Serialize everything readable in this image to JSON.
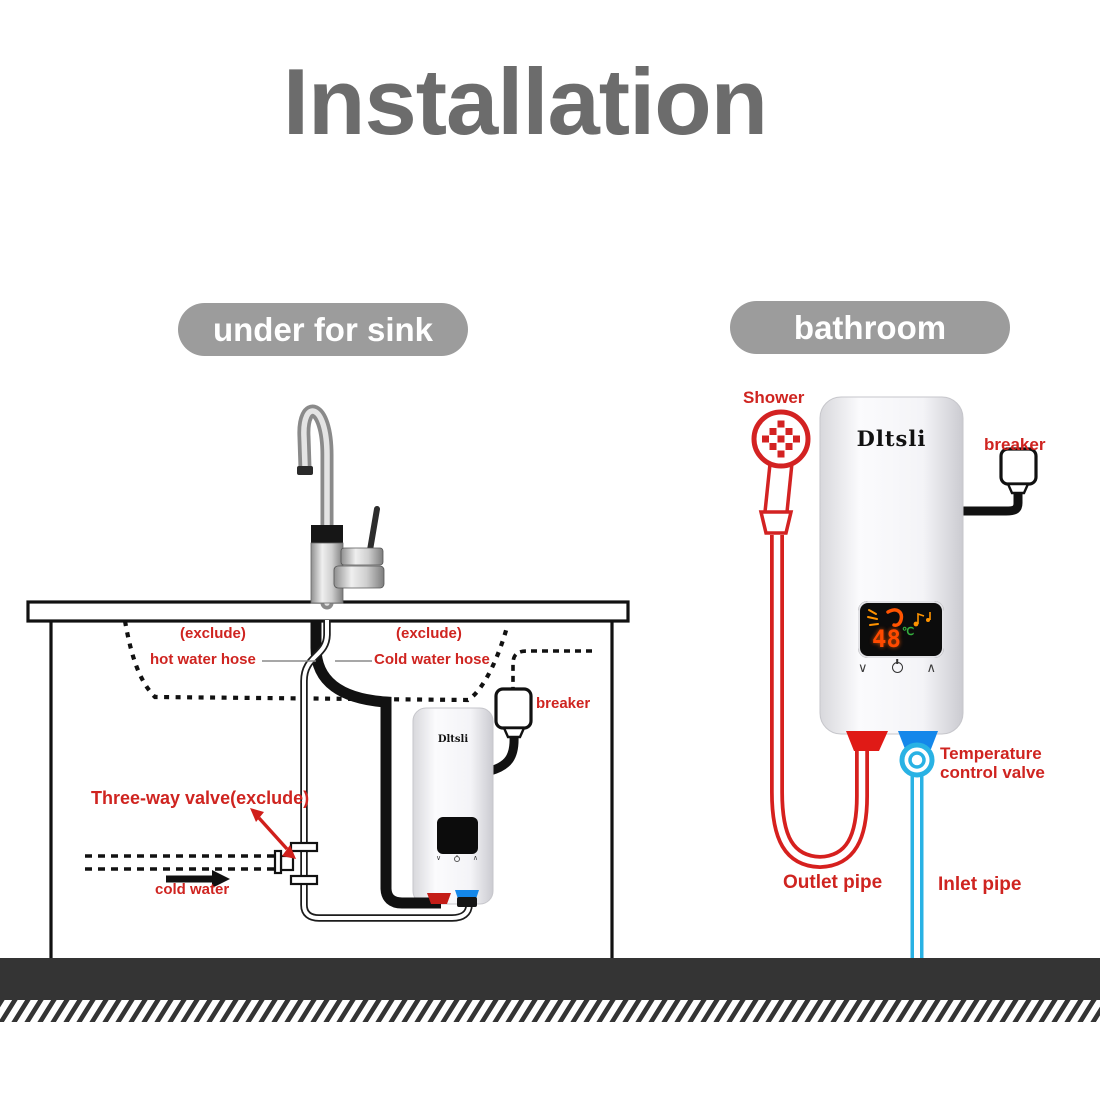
{
  "title": "Installation",
  "sections": {
    "left_pill": "under for sink",
    "right_pill": "bathroom"
  },
  "left": {
    "exclude_hot": "(exclude)",
    "hot_hose": "hot water hose",
    "exclude_cold": "(exclude)",
    "cold_hose": "Cold water hose",
    "breaker": "breaker",
    "three_way_valve": "Three-way valve(exclude)",
    "cold_water": "cold water",
    "heater": {
      "brand": "Dltsli",
      "btn_down": "∨",
      "btn_up": "∧"
    }
  },
  "right": {
    "shower": "Shower",
    "breaker": "breaker",
    "temp_valve": {
      "line1": "Temperature",
      "line2": "control valve"
    },
    "outlet_pipe": "Outlet pipe",
    "inlet_pipe": "Inlet pipe",
    "heater": {
      "brand": "Dltsli",
      "display": {
        "temp": "48",
        "unit": "℃"
      },
      "btn_down": "∨",
      "btn_up": "∧"
    }
  },
  "colors": {
    "title_gray": "#6c6c6c",
    "pill_gray": "#9c9c9c",
    "accent_red": "#cf2420",
    "pipe_red": "#d6201e",
    "pipe_blue": "#29b2e4",
    "inlet_blue": "#1487ea",
    "outlet_red": "#e01a16",
    "ground": "#343434",
    "display_temp_orange": "#ff4a00",
    "display_unit_green": "#35b13f"
  }
}
